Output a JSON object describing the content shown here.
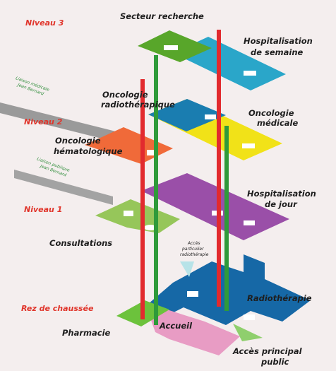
{
  "levels": {
    "niveau3": "Niveau 3",
    "niveau2": "Niveau 2",
    "niveau1": "Niveau 1",
    "rdc": "Rez de chaussée"
  },
  "departments": {
    "secteur_recherche": "Secteur recherche",
    "hospitalisation_semaine_1": "Hospitalisation",
    "hospitalisation_semaine_2": "de semaine",
    "onco_radio_1": "Oncologie",
    "onco_radio_2": "radiothérapique",
    "onco_medicale_1": "Oncologie",
    "onco_medicale_2": "médicale",
    "onco_hemato_1": "Oncologie",
    "onco_hemato_2": "hématologique",
    "hospi_jour_1": "Hospitalisation",
    "hospi_jour_2": "de jour",
    "consultations": "Consultations",
    "radiotherapie": "Radiothérapie",
    "accueil": "Accueil",
    "pharmacie": "Pharmacie",
    "acces_principal_1": "Accès principal",
    "acces_principal_2": "public"
  },
  "links": {
    "liaison_medicale_1": "Liaison médicale",
    "liaison_medicale_2": "Jean Bernard",
    "liaison_publique_1": "Liaison publique",
    "liaison_publique_2": "Jean Bernard",
    "acces_particulier_1": "Accès",
    "acces_particulier_2": "particulier",
    "acces_particulier_3": "radiothérapie"
  },
  "colors": {
    "niveau3_floor": "#58a62a",
    "niveau3_wing": "#2aa6c9",
    "niveau2_left": "#f06a39",
    "niveau2_blue": "#1a7db0",
    "niveau2_yellow": "#f1e218",
    "niveau1_green": "#96c65a",
    "niveau1_purple": "#9a4fa8",
    "rdc_blue": "#1668a6",
    "accueil_pink": "#e89cc4",
    "pharmacie_green": "#6cc23c",
    "elevator_red": "#e22a2e",
    "elevator_green": "#2f9a3a",
    "level_text": "#e0352b"
  }
}
